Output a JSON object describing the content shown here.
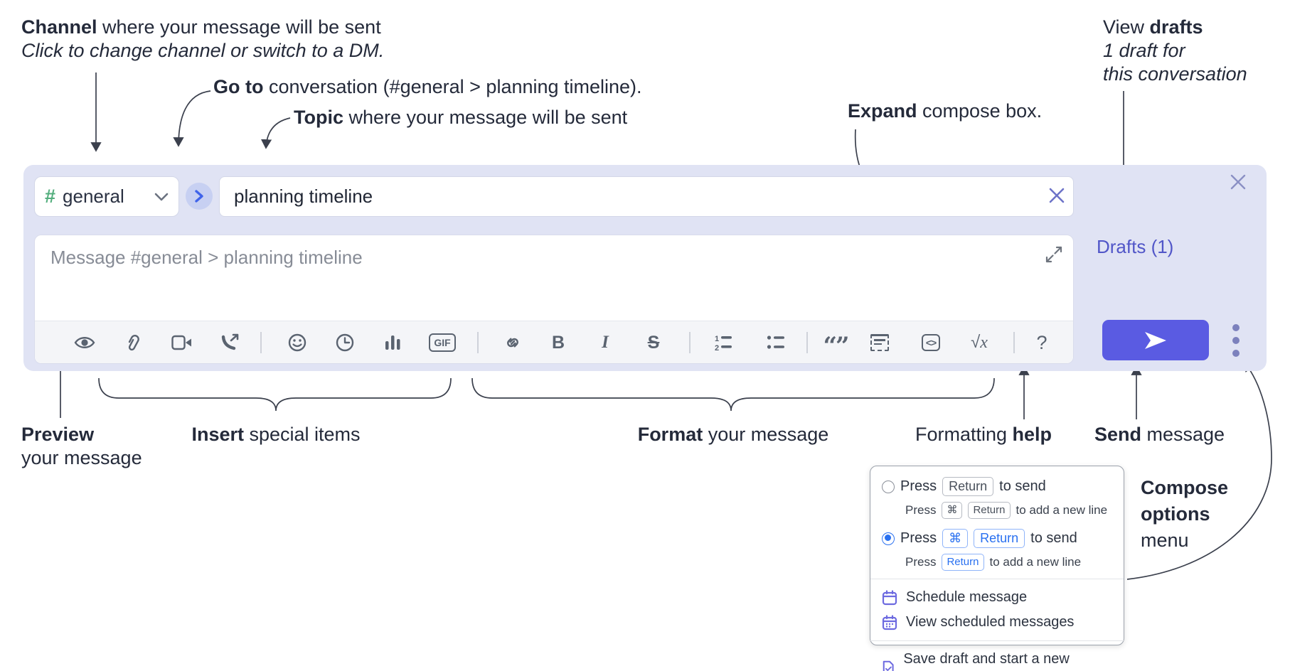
{
  "colors": {
    "accent_send": "#5a5be2",
    "drafts_link": "#5156c8",
    "radio_blue": "#2970f0",
    "menu_icon_purple": "#6d6ae0",
    "channel_hash_green": "#53ae7d",
    "compose_bg": "#e0e3f4"
  },
  "annotations": {
    "channel": {
      "bold": "Channel",
      "rest": " where your message will be sent",
      "line2": "Click to change channel or switch to a DM."
    },
    "goto": {
      "bold": "Go to",
      "rest": " conversation (#general > planning timeline)."
    },
    "topic": {
      "bold": "Topic",
      "rest": " where your message will be sent"
    },
    "expand": {
      "bold": "Expand",
      "rest": " compose box."
    },
    "drafts": {
      "pre": "View ",
      "bold": "drafts",
      "line2": "1 draft for",
      "line3": "this conversation"
    },
    "preview": {
      "bold": "Preview",
      "line2": "your message"
    },
    "insert": {
      "bold": "Insert",
      "rest": " special items"
    },
    "format": {
      "bold": "Format",
      "rest": " your message"
    },
    "help": {
      "pre": "Formatting ",
      "bold": "help"
    },
    "send": {
      "bold": "Send",
      "rest": " message"
    },
    "options": {
      "line1": "Compose",
      "line2": "options",
      "line3": "menu"
    }
  },
  "compose": {
    "channel_name": "general",
    "channel_hash": "#",
    "topic_value": "planning timeline",
    "message_placeholder": "Message #general > planning timeline",
    "drafts_label": "Drafts (1)"
  },
  "toolbar": {
    "gif_label": "GIF",
    "bold_label": "B",
    "italic_label": "I",
    "strike_label": "S",
    "quote_label": "“”",
    "math_root": "√",
    "math_x": "x",
    "code_label": "<>",
    "help_label": "?",
    "ol_1": "1",
    "ol_2": "2"
  },
  "popup": {
    "option1": {
      "press": "Press",
      "key1": "Return",
      "suffix": "to send"
    },
    "option1_sub": {
      "press": "Press",
      "key1": "⌘",
      "key2": "Return",
      "suffix": "to add a new line"
    },
    "option2": {
      "press": "Press",
      "key1": "⌘",
      "key2": "Return",
      "suffix": "to send"
    },
    "option2_sub": {
      "press": "Press",
      "key1": "Return",
      "suffix": "to add a new line"
    },
    "schedule": "Schedule message",
    "view_scheduled": "View scheduled messages",
    "save_draft": "Save draft and start a new message"
  }
}
